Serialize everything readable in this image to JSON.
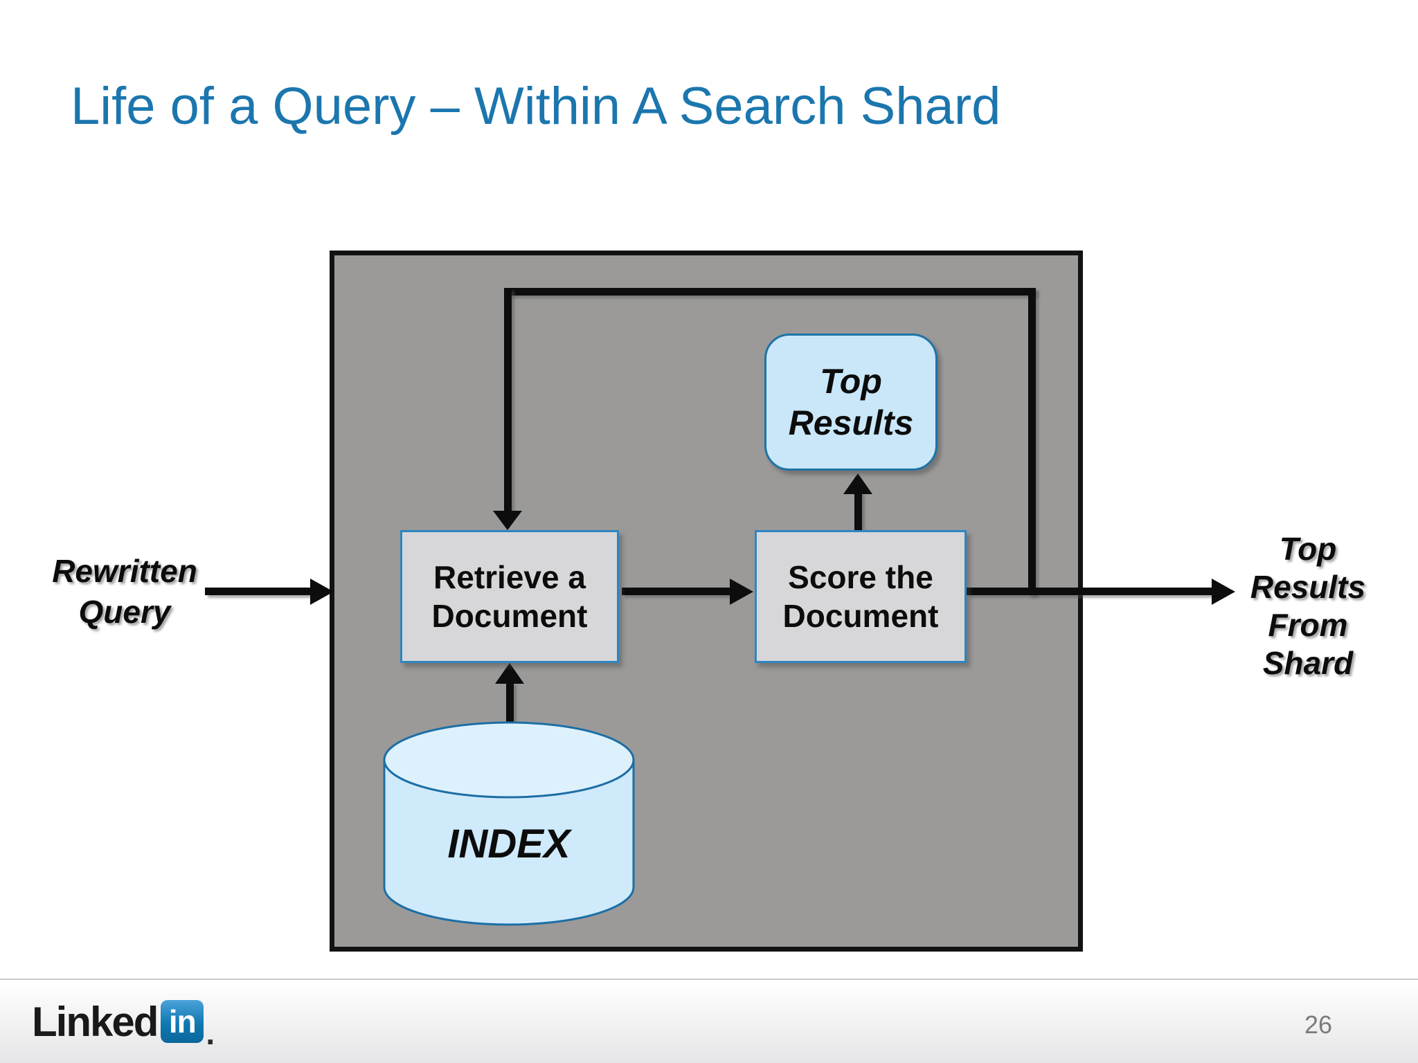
{
  "slide": {
    "title": "Life of a Query – Within A Search Shard",
    "page_number": "26"
  },
  "diagram": {
    "input_label": "Rewritten\nQuery",
    "output_label": "Top\nResults\nFrom\nShard",
    "nodes": {
      "retrieve": "Retrieve a\nDocument",
      "score": "Score the\nDocument",
      "top_results": "Top\nResults",
      "index": "INDEX"
    }
  },
  "footer": {
    "brand_text": "Linked",
    "brand_badge": "in",
    "brand_period": "."
  },
  "colors": {
    "title_blue": "#1b76ae",
    "box_bg": "#9b9a99",
    "box_border": "#121212",
    "node_fill": "#d7d7d9",
    "node_border": "#2e86c2",
    "accent_fill": "#c9e7f9",
    "accent_border": "#1e73a7",
    "cyl_fill": "#cfeafb",
    "cyl_top": "#ddf1fd",
    "cyl_border": "#1c6ea4",
    "arrow": "#0d0d0d",
    "text_black": "#0c0c0c",
    "footer_from": "#ffffff",
    "footer_to": "#e5e5e7",
    "footer_sep": "#c9c9c9",
    "linkedin_blue": "#1178b0",
    "page_gray": "#7b7b7b"
  }
}
